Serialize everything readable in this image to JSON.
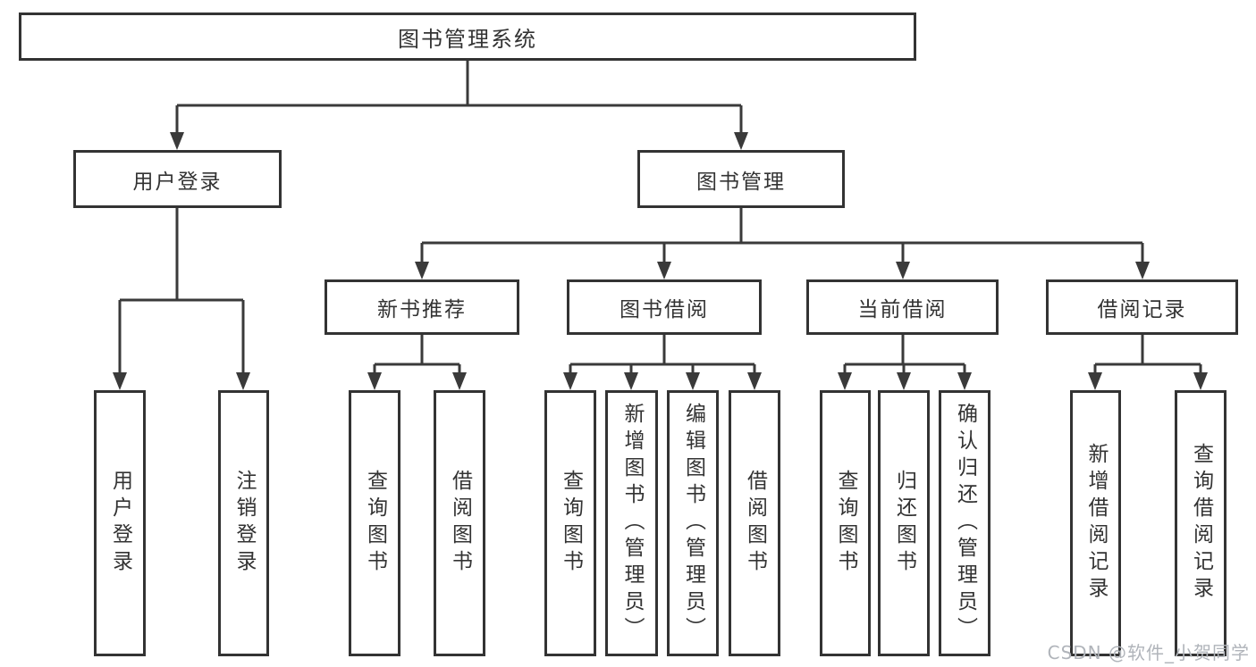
{
  "diagram": {
    "title": "图书管理系统",
    "type": "hierarchy-tree",
    "colors": {
      "line": "#3a3a3a",
      "box_border": "#333333",
      "text": "#333333",
      "background": "#ffffff",
      "watermark_text": "#b0b4ba"
    },
    "tree": {
      "label": "图书管理系统",
      "children": [
        {
          "label": "用户登录",
          "children": [
            {
              "label": "用户登录"
            },
            {
              "label": "注销登录"
            }
          ]
        },
        {
          "label": "图书管理",
          "children": [
            {
              "label": "新书推荐",
              "children": [
                {
                  "label": "查询图书"
                },
                {
                  "label": "借阅图书"
                }
              ]
            },
            {
              "label": "图书借阅",
              "children": [
                {
                  "label": "查询图书"
                },
                {
                  "label": "新增图书（管理员）"
                },
                {
                  "label": "编辑图书（管理员）"
                },
                {
                  "label": "借阅图书"
                }
              ]
            },
            {
              "label": "当前借阅",
              "children": [
                {
                  "label": "查询图书"
                },
                {
                  "label": "归还图书"
                },
                {
                  "label": "确认归还（管理员）"
                }
              ]
            },
            {
              "label": "借阅记录",
              "children": [
                {
                  "label": "新增借阅记录"
                },
                {
                  "label": "查询借阅记录"
                }
              ]
            }
          ]
        }
      ]
    }
  },
  "watermark": {
    "text": "CSDN @软件_小贺同学"
  }
}
